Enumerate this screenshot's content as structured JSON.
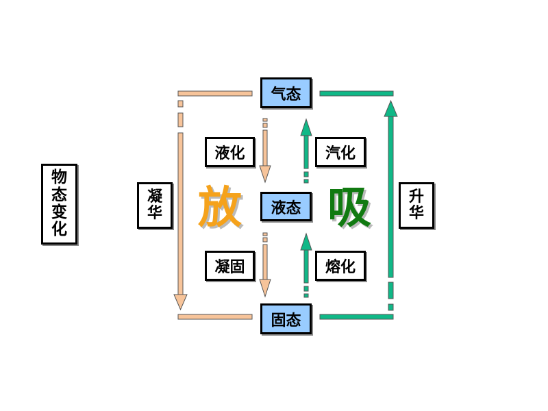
{
  "title_chars": [
    "物",
    "态",
    "变",
    "化"
  ],
  "states": {
    "gas": "气态",
    "liquid": "液态",
    "solid": "固态"
  },
  "processes": {
    "liquefaction": "液化",
    "vaporization": "汽化",
    "solidification": "凝固",
    "melting": "熔化",
    "deposition_chars": [
      "凝",
      "华"
    ],
    "sublimation_chars": [
      "升",
      "华"
    ]
  },
  "heat": {
    "release": "放",
    "absorb": "吸"
  },
  "colors": {
    "release_arrow": "#f7c49a",
    "absorb_arrow": "#10b887",
    "release_text": "#f5a21b",
    "absorb_text": "#117a11",
    "state_box": "#99ccff"
  }
}
